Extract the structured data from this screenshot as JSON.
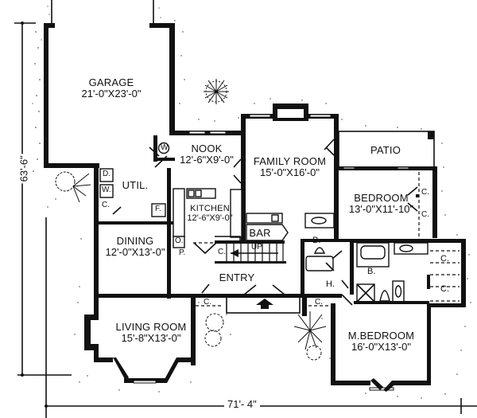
{
  "plan": {
    "overall_dimensions": {
      "depth": "63'-6\"",
      "width": "71'- 4\""
    },
    "rooms": [
      {
        "id": "garage",
        "name": "GARAGE",
        "size": "21'-0\"X23'-0\""
      },
      {
        "id": "nook",
        "name": "NOOK",
        "size": "12'-6\"X9'-0\""
      },
      {
        "id": "family_room",
        "name": "FAMILY ROOM",
        "size": "15'-0\"X16'-0\""
      },
      {
        "id": "patio",
        "name": "PATIO",
        "size": ""
      },
      {
        "id": "bedroom",
        "name": "BEDROOM",
        "size": "13'-0\"X11'-10\""
      },
      {
        "id": "kitchen",
        "name": "KITCHEN",
        "size": "12'-6\"X9'-0\""
      },
      {
        "id": "utility",
        "name": "UTIL.",
        "size": ""
      },
      {
        "id": "dining",
        "name": "DINING",
        "size": "12'-0\"X13'-0\""
      },
      {
        "id": "bar",
        "name": "BAR",
        "size": ""
      },
      {
        "id": "entry",
        "name": "ENTRY",
        "size": ""
      },
      {
        "id": "living_room",
        "name": "LIVING ROOM",
        "size": "15'-8\"X13'-0\""
      },
      {
        "id": "master_bedroom",
        "name": "M.BEDROOM",
        "size": "16'-0\"X13'-0\""
      }
    ],
    "fixture_labels": {
      "washer_nook": "W",
      "dryer": "D.",
      "washer": "W.",
      "closet": "C.",
      "freezer": "F.",
      "pantry": "P.",
      "oven": "O.",
      "bath": "B.",
      "hall": "H.",
      "stairs_up": "UP"
    }
  }
}
